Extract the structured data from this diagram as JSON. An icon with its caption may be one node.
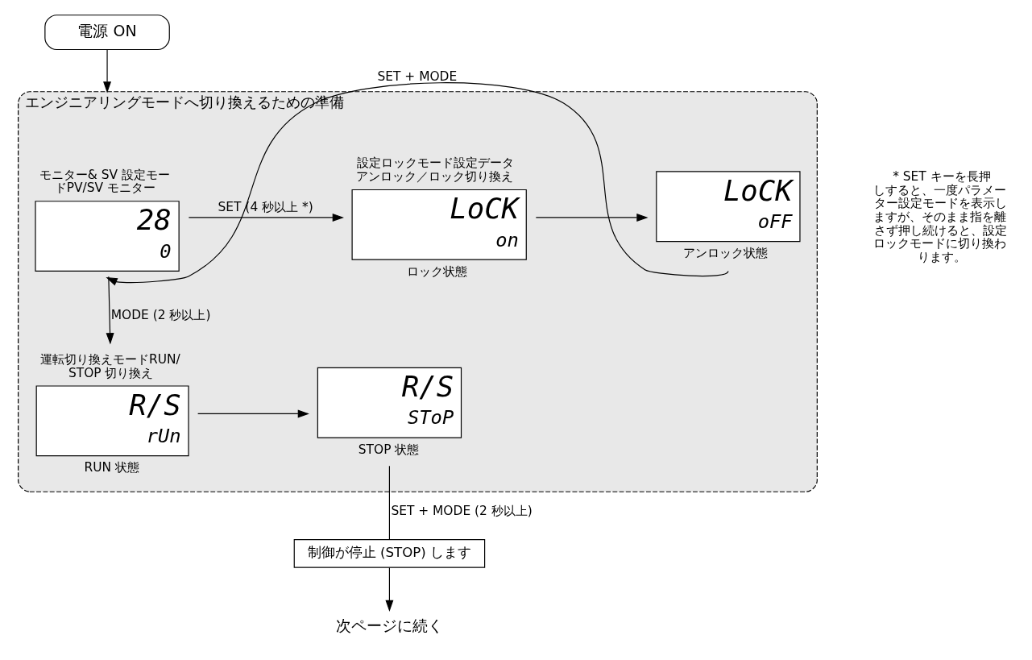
{
  "diagram": {
    "nodes": [
      {
        "text": [
          "電源 ON"
        ]
      },
      {
        "text": [
          "エンジニアリングモードへ切り換えるための準備"
        ]
      },
      {
        "text": [
          "モニター& SV 設定モードPV/SV モニター",
          "28",
          "0"
        ],
        "in": 1
      },
      {
        "text": [
          "設定ロックモード設定データアンロック／ロック切り換え",
          "LoCK",
          "on"
        ],
        "in": 1,
        "beside": [
          "ロック状態"
        ]
      },
      {
        "text": [
          "LoCK",
          "oFF"
        ],
        "in": 1,
        "beside": [
          "アンロック状態"
        ]
      },
      {
        "text": [
          "運転切り換えモードRUN/STOP 切り換え",
          "R/S",
          "rUn"
        ],
        "in": 1,
        "beside": [
          "RUN 状態"
        ]
      },
      {
        "text": [
          "R/S",
          "SToP"
        ],
        "in": 1,
        "beside": [
          "STOP 状態"
        ]
      },
      {
        "text": [
          "制御が停止 (STOP) します"
        ]
      },
      {
        "text": [
          "次ページに続く"
        ]
      }
    ],
    "edges": [
      {
        "from": 0,
        "to": 1,
        "arrow": "to"
      },
      {
        "from": 2,
        "to": 3,
        "arrow": "to",
        "label": "SET (4 秒以上 *)"
      },
      {
        "from": 3,
        "to": 4,
        "arrow": "to"
      },
      {
        "from": 4,
        "to": 2,
        "arrow": "to",
        "label": "SET + MODE"
      },
      {
        "from": 2,
        "to": 5,
        "arrow": "to",
        "label": "MODE (2 秒以上)"
      },
      {
        "from": 5,
        "to": 6,
        "arrow": "to"
      },
      {
        "from": 6,
        "to": 7,
        "arrow": "none",
        "label": "SET + MODE (2 秒以上)"
      },
      {
        "from": 7,
        "to": 8,
        "arrow": "to"
      }
    ],
    "labels": [
      "* SET キーを長押しすると、一度パラメーター設定モードを表示しますが、そのまま指を離さず押し続けると、設定ロックモードに切り換わります。"
    ]
  }
}
